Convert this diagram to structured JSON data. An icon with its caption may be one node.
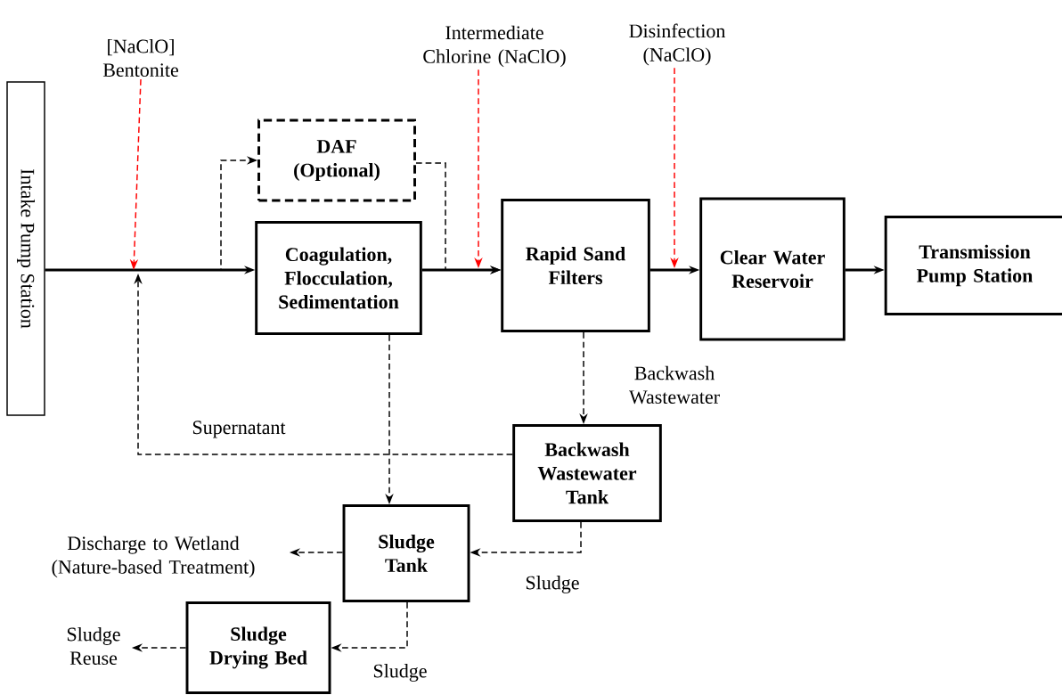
{
  "diagram": {
    "nodes": [
      {
        "text": [
          "Intake Pump Station"
        ]
      },
      {
        "text": [
          "[NaClO] Bentonite"
        ]
      },
      {
        "text": [
          "DAF (Optional)"
        ]
      },
      {
        "text": [
          "Coagulation, Flocculation, Sedimentation"
        ]
      },
      {
        "text": [
          "Intermediate Chlorine (NaClO)"
        ]
      },
      {
        "text": [
          "Disinfection (NaClO)"
        ]
      },
      {
        "text": [
          "Rapid Sand Filters"
        ]
      },
      {
        "text": [
          "Clear Water Reservoir"
        ]
      },
      {
        "text": [
          "Transmission Pump Station"
        ]
      },
      {
        "text": [
          "Backwash Wastewater Tank"
        ]
      },
      {
        "text": [
          "Sludge Tank"
        ]
      },
      {
        "text": [
          "Discharge to Wetland (Nature-based Treatment)"
        ]
      },
      {
        "text": [
          "Sludge Drying Bed"
        ]
      },
      {
        "text": [
          "Sludge Reuse"
        ]
      }
    ],
    "edges": [
      {
        "from": 0,
        "to": 3,
        "arrow": "to"
      },
      {
        "from": 0,
        "to": 2,
        "arrow": "to",
        "style": "dashed"
      },
      {
        "from": 2,
        "to": 6,
        "arrow": "to",
        "style": "dashed"
      },
      {
        "from": 3,
        "to": 6,
        "arrow": "to"
      },
      {
        "from": 1,
        "to": null,
        "arrow": "to",
        "style": "dashed",
        "color": "#ff0000"
      },
      {
        "from": 4,
        "to": null,
        "arrow": "to",
        "style": "dashed",
        "color": "#ff0000"
      },
      {
        "from": 5,
        "to": null,
        "arrow": "to",
        "style": "dashed",
        "color": "#ff0000"
      },
      {
        "from": 6,
        "to": 7,
        "arrow": "to"
      },
      {
        "from": 7,
        "to": 8,
        "arrow": "to"
      },
      {
        "from": 6,
        "to": 9,
        "arrow": "to",
        "style": "dashed",
        "label": "Backwash Wastewater"
      },
      {
        "from": 9,
        "to": null,
        "arrow": "to",
        "style": "dashed",
        "label": "Supernatant"
      },
      {
        "from": 3,
        "to": 10,
        "arrow": "to",
        "style": "dashed"
      },
      {
        "from": 9,
        "to": 10,
        "arrow": "to",
        "style": "dashed",
        "label": "Sludge"
      },
      {
        "from": 10,
        "to": 11,
        "arrow": "to",
        "style": "dashed"
      },
      {
        "from": 10,
        "to": 12,
        "arrow": "to",
        "style": "dashed",
        "label": "Sludge"
      },
      {
        "from": 12,
        "to": 13,
        "arrow": "to",
        "style": "dashed"
      }
    ]
  }
}
